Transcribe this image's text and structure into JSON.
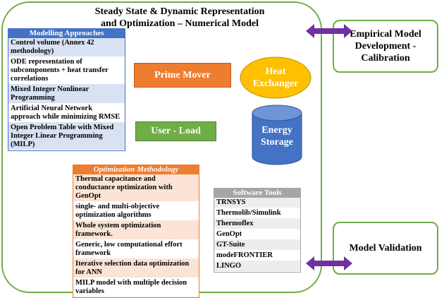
{
  "title": {
    "line1": "Steady State & Dynamic Representation",
    "line2": "and Optimization – Numerical Model"
  },
  "side_boxes": {
    "empirical": "Empirical Model Development - Calibration",
    "validation": "Model Validation"
  },
  "modelling": {
    "header": "Modelling Approaches",
    "items": [
      "Control volume (Annex 42 methodology)",
      "ODE representation of subcomponents + heat transfer correlations",
      "Mixed Integer Nonlinear Programming",
      "Artificial Neural Network approach while minimizing RMSE",
      "Open Problem Table with Mixed Integer Linear Programming (MILP)"
    ]
  },
  "optimization": {
    "header": "Optimization Methodology",
    "items": [
      "Thermal capacitance and conductance optimization with GenOpt",
      "single- and multi-objective optimization algorithms",
      "Whole system optimization framework.",
      "Generic, low computational effort framework",
      "Iterative selection data optimization for ANN",
      "MILP model with multiple decision variables"
    ]
  },
  "software": {
    "header": "Software Tools",
    "items": [
      "TRNSYS",
      "Thermolib/Simulink",
      "Thermoflex",
      "GenOpt",
      "GT-Suite",
      "modeFRONTIER",
      "LINGO"
    ]
  },
  "components": {
    "prime_mover": "Prime Mover",
    "heat_exchanger": "Heat Exchanger",
    "user_load": "User - Load",
    "energy_storage": "Energy Storage"
  },
  "colors": {
    "frame": "#70ad47",
    "modelling": "#4472c4",
    "optimization": "#ed7d31",
    "software": "#a5a5a5",
    "arrow": "#7030a0",
    "heat_exchanger": "#ffc000"
  }
}
